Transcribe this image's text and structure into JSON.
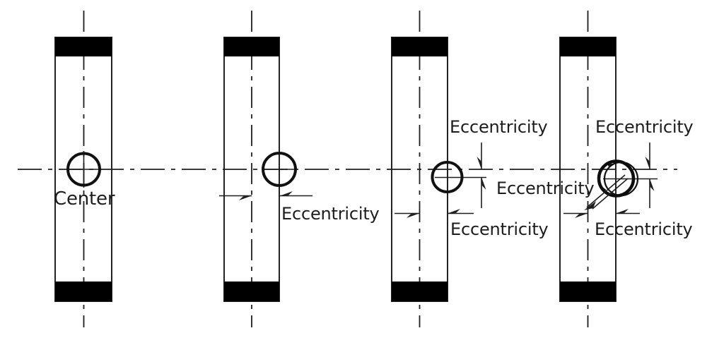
{
  "diagram": {
    "kind": "specimen-hole-eccentricity-drawing",
    "specimen_count": 4,
    "palette": {
      "background": "#ffffff",
      "line": "#1e1e1e",
      "text": "#1d1d1d",
      "grip_fill": "#000000"
    },
    "labels": {
      "specimen1_hole": "Center",
      "specimen2_horizontal": "Eccentricity",
      "specimen3_top": "Eccentricity",
      "specimen3_horizontal": "Eccentricity",
      "specimen3_4_middle": "Eccentricity",
      "specimen4_top": "Eccentricity",
      "specimen4_horizontal": "Eccentricity"
    }
  }
}
